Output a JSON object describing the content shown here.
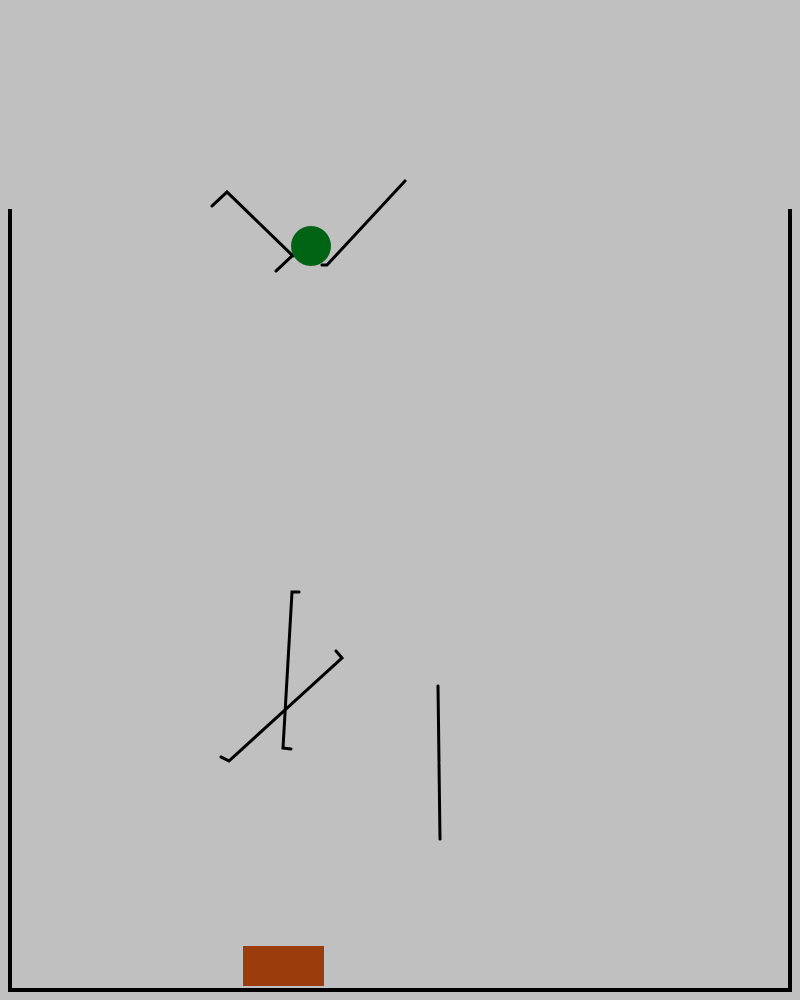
{
  "scene": {
    "background_color": "#c0c0c0",
    "line_color": "#000000",
    "ball_color": "#006414",
    "goal_color": "#9a3c0c"
  },
  "objects": {
    "container": "container-walls",
    "funnel": "v-funnel",
    "ball": "green-ball",
    "crossed_sticks": "crossed-shelves",
    "vertical_post": "vertical-post",
    "goal": "goal-block"
  }
}
